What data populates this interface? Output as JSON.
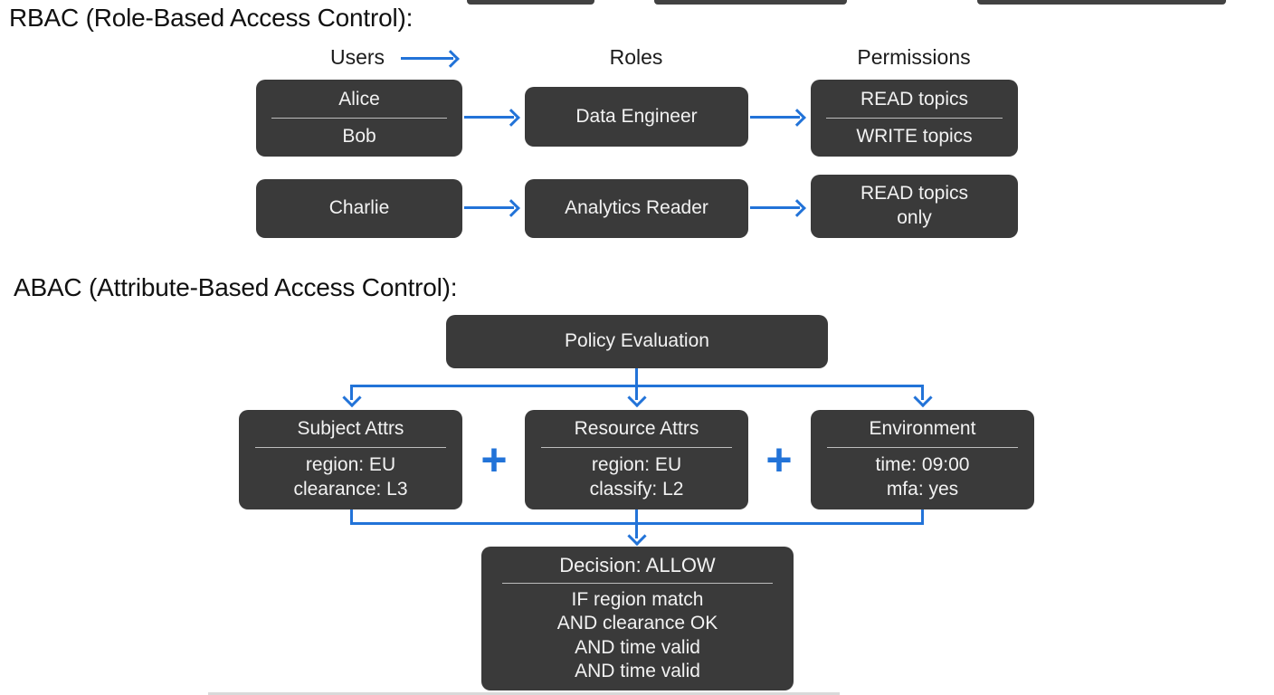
{
  "colors": {
    "accent_blue": "#2273d8",
    "box_bg": "#3a3a3a",
    "box_text": "#f2f2f2",
    "box_divider": "#bdbdbd",
    "heading_text": "#111111",
    "fragment_gray": "#424242",
    "bottom_strip": "#d9d9d9"
  },
  "rbac": {
    "title": "RBAC (Role-Based Access Control):",
    "columns": {
      "users": "Users",
      "roles": "Roles",
      "permissions": "Permissions"
    },
    "rows": [
      {
        "users": [
          "Alice",
          "Bob"
        ],
        "role": "Data Engineer",
        "permissions": [
          "READ topics",
          "WRITE topics"
        ]
      },
      {
        "users": [
          "Charlie"
        ],
        "role": "Analytics Reader",
        "permissions": [
          "READ topics",
          "only"
        ]
      }
    ]
  },
  "abac": {
    "title": "ABAC (Attribute-Based Access Control):",
    "policy_label": "Policy Evaluation",
    "plus_sign": "+",
    "attributes": [
      {
        "title": "Subject Attrs",
        "lines": [
          "region: EU",
          "clearance: L3"
        ]
      },
      {
        "title": "Resource Attrs",
        "lines": [
          "region: EU",
          "classify: L2"
        ]
      },
      {
        "title": "Environment",
        "lines": [
          "time: 09:00",
          "mfa: yes"
        ]
      }
    ],
    "decision": {
      "title": "Decision: ALLOW",
      "conditions": [
        "IF region match",
        "AND clearance OK",
        "AND time valid",
        "AND time valid"
      ]
    }
  }
}
